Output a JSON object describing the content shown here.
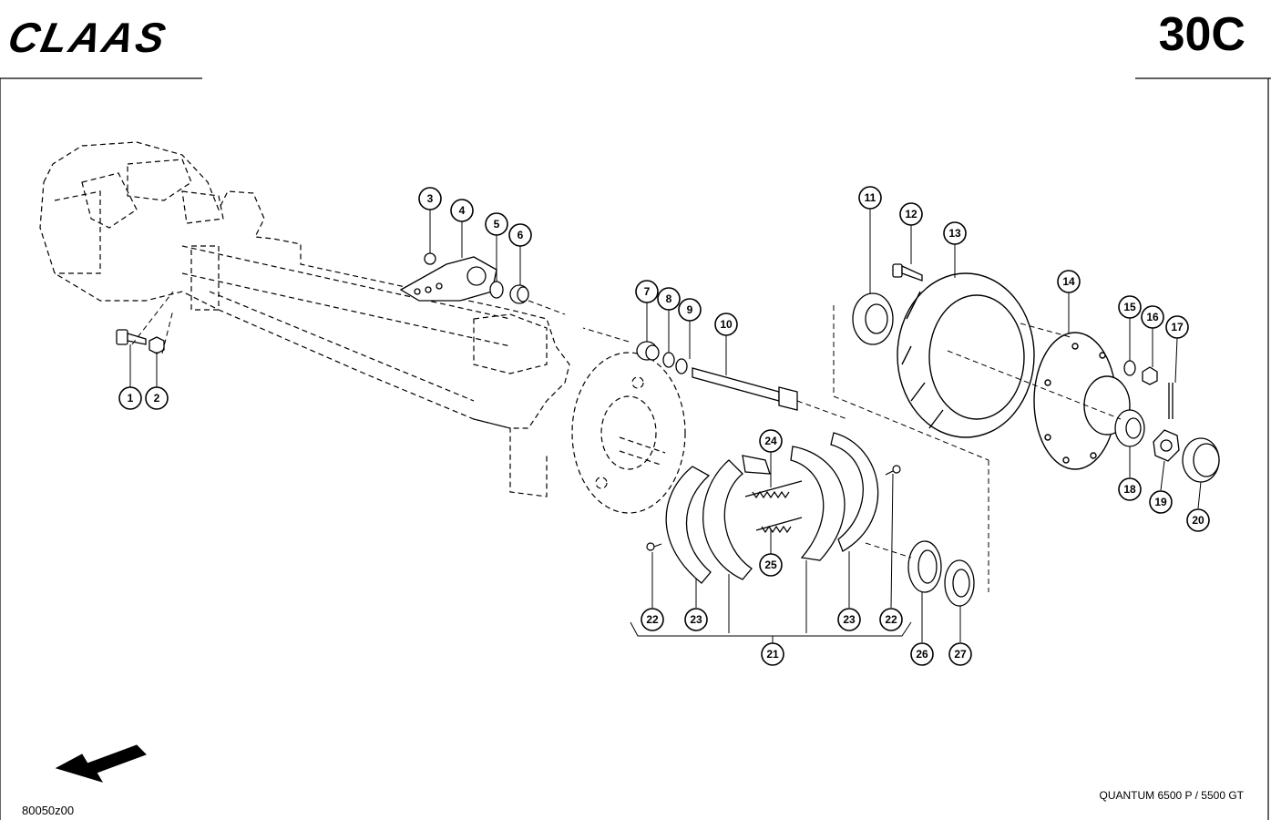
{
  "header": {
    "brand": "CLAAS",
    "sheet_code": "30C"
  },
  "footer": {
    "model": "QUANTUM 6500 P / 5500 GT",
    "drawing_number": "80050z00"
  },
  "callouts": [
    {
      "id": "c1",
      "label": "1"
    },
    {
      "id": "c2",
      "label": "2"
    },
    {
      "id": "c3",
      "label": "3"
    },
    {
      "id": "c4",
      "label": "4"
    },
    {
      "id": "c5",
      "label": "5"
    },
    {
      "id": "c6",
      "label": "6"
    },
    {
      "id": "c7",
      "label": "7"
    },
    {
      "id": "c8",
      "label": "8"
    },
    {
      "id": "c9",
      "label": "9"
    },
    {
      "id": "c10",
      "label": "10"
    },
    {
      "id": "c11",
      "label": "11"
    },
    {
      "id": "c12",
      "label": "12"
    },
    {
      "id": "c13",
      "label": "13"
    },
    {
      "id": "c14",
      "label": "14"
    },
    {
      "id": "c15",
      "label": "15"
    },
    {
      "id": "c16",
      "label": "16"
    },
    {
      "id": "c17",
      "label": "17"
    },
    {
      "id": "c18",
      "label": "18"
    },
    {
      "id": "c19",
      "label": "19"
    },
    {
      "id": "c20",
      "label": "20"
    },
    {
      "id": "c21",
      "label": "21"
    },
    {
      "id": "c22a",
      "label": "22"
    },
    {
      "id": "c23a",
      "label": "23"
    },
    {
      "id": "c24",
      "label": "24"
    },
    {
      "id": "c25",
      "label": "25"
    },
    {
      "id": "c23b",
      "label": "23"
    },
    {
      "id": "c22b",
      "label": "22"
    },
    {
      "id": "c26",
      "label": "26"
    },
    {
      "id": "c27",
      "label": "27"
    }
  ]
}
